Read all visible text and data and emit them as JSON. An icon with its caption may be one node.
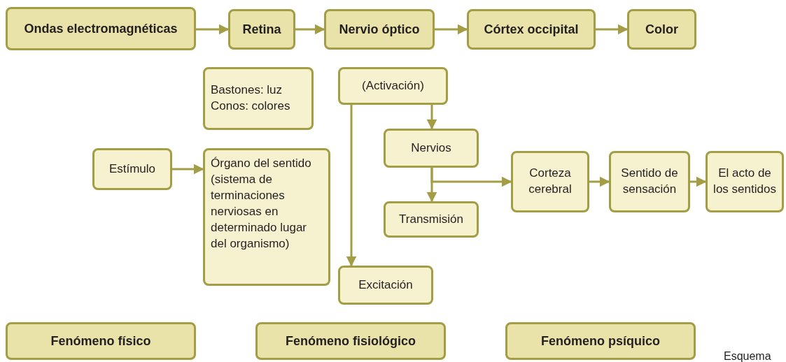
{
  "diagram": {
    "nodes": [
      {
        "text": [
          "Ondas electromagnéticas"
        ]
      },
      {
        "text": [
          "Retina"
        ]
      },
      {
        "text": [
          "Nervio óptico"
        ]
      },
      {
        "text": [
          "Córtex occipital"
        ]
      },
      {
        "text": [
          "Color"
        ]
      },
      {
        "text": [
          "Bastones: luz",
          "Conos: colores"
        ]
      },
      {
        "text": [
          "(Activación)"
        ]
      },
      {
        "text": [
          "Estímulo"
        ]
      },
      {
        "text": [
          "Órgano del sentido (sistema de terminaciones nerviosas en determinado lugar del organismo)"
        ]
      },
      {
        "text": [
          "Nervios"
        ]
      },
      {
        "text": [
          "Corteza cerebral"
        ]
      },
      {
        "text": [
          "Sentido de sensación"
        ]
      },
      {
        "text": [
          "El acto de los sentidos"
        ]
      },
      {
        "text": [
          "Transmisión"
        ]
      },
      {
        "text": [
          "Excitación"
        ]
      },
      {
        "text": [
          "Fenómeno físico"
        ]
      },
      {
        "text": [
          "Fenómeno fisiológico"
        ]
      },
      {
        "text": [
          "Fenómeno psíquico"
        ]
      }
    ],
    "edges": [
      {
        "from": 0,
        "to": 1,
        "arrow": "to"
      },
      {
        "from": 1,
        "to": 2,
        "arrow": "to"
      },
      {
        "from": 2,
        "to": 3,
        "arrow": "to"
      },
      {
        "from": 3,
        "to": 4,
        "arrow": "to"
      },
      {
        "from": 7,
        "to": 8,
        "arrow": "to"
      },
      {
        "from": 6,
        "to": 9,
        "arrow": "to"
      },
      {
        "from": 6,
        "to": 14,
        "arrow": "to"
      },
      {
        "from": 9,
        "to": 13,
        "arrow": "to"
      },
      {
        "from": 9,
        "to": 10,
        "arrow": "to"
      },
      {
        "from": 10,
        "to": 11,
        "arrow": "to"
      },
      {
        "from": 11,
        "to": 12,
        "arrow": "to"
      }
    ],
    "labels": [
      "Esquema"
    ]
  }
}
